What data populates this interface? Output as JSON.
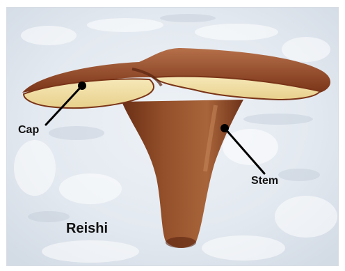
{
  "diagram": {
    "labels": {
      "cap": "Cap",
      "stem": "Stem",
      "title": "Reishi"
    },
    "colors": {
      "background": "#e4ebf2",
      "cap_top": "#8a3f1f",
      "cap_underside": "#f1e0a8",
      "stem": "#8e4a27",
      "leader_lines": "#000000"
    }
  }
}
